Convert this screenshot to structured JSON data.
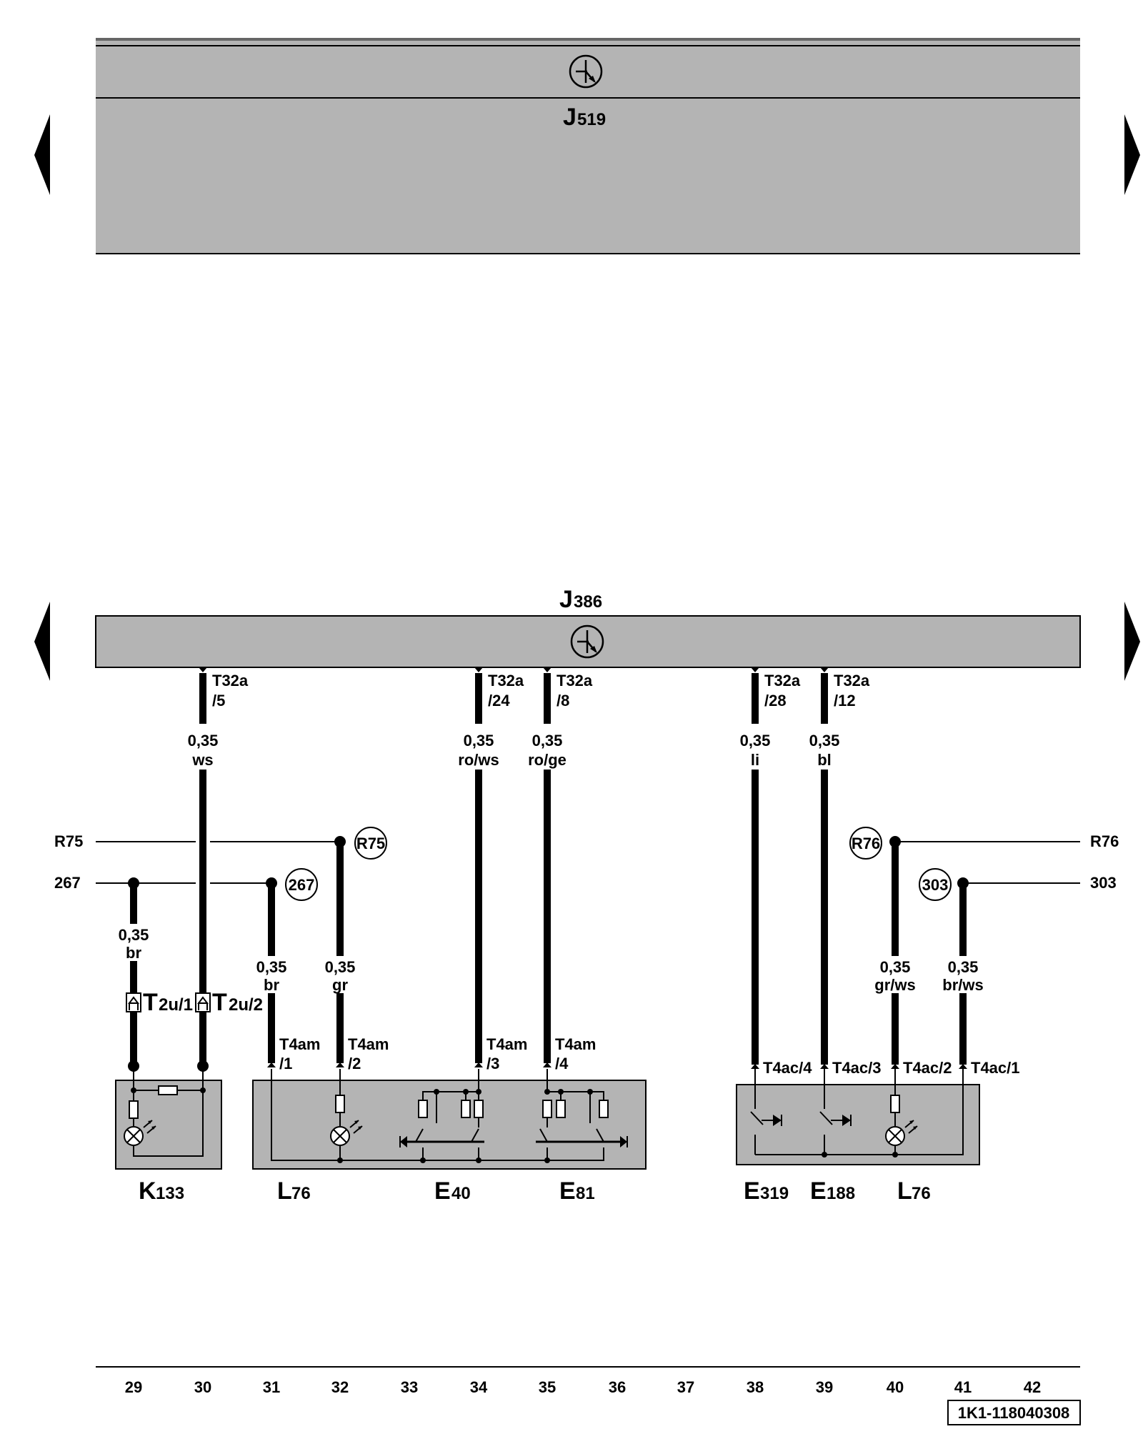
{
  "modules": {
    "top": {
      "letter": "J",
      "sub": "519"
    },
    "bottom": {
      "letter": "J",
      "sub": "386"
    }
  },
  "wires": [
    {
      "pin_a": "T32a",
      "pin_b": "/5",
      "size": "0,35",
      "color": "ws"
    },
    {
      "pin_a": "T32a",
      "pin_b": "/24",
      "size": "0,35",
      "color": "ro/ws"
    },
    {
      "pin_a": "T32a",
      "pin_b": "/8",
      "size": "0,35",
      "color": "ro/ge"
    },
    {
      "pin_a": "T32a",
      "pin_b": "/28",
      "size": "0,35",
      "color": "li"
    },
    {
      "pin_a": "T32a",
      "pin_b": "/12",
      "size": "0,35",
      "color": "bl"
    }
  ],
  "lower_wires": [
    {
      "size": "0,35",
      "color": "br"
    },
    {
      "size": "0,35",
      "color": "br"
    },
    {
      "size": "0,35",
      "color": "gr"
    },
    {
      "size": "0,35",
      "color": "gr/ws"
    },
    {
      "size": "0,35",
      "color": "br/ws"
    }
  ],
  "bus_lines": {
    "r75": "R75",
    "n267": "267",
    "r76": "R76",
    "n303": "303"
  },
  "connectors": {
    "t2u1_main": "T",
    "t2u1_sub": "2u/1",
    "t2u2_main": "T",
    "t2u2_sub": "2u/2",
    "t4am": "T4am",
    "t4am1": "/1",
    "t4am2": "/2",
    "t4am3": "/3",
    "t4am4": "/4",
    "t4ac4": "T4ac/4",
    "t4ac3": "T4ac/3",
    "t4ac2": "T4ac/2",
    "t4ac1": "T4ac/1"
  },
  "components": [
    {
      "letter": "K",
      "sub": "133"
    },
    {
      "letter": "L",
      "sub": "76"
    },
    {
      "letter": "E",
      "sub": "40"
    },
    {
      "letter": "E",
      "sub": "81"
    },
    {
      "letter": "E",
      "sub": "319"
    },
    {
      "letter": "E",
      "sub": "188"
    },
    {
      "letter": "L",
      "sub": "76"
    }
  ],
  "column_numbers": [
    "29",
    "30",
    "31",
    "32",
    "33",
    "34",
    "35",
    "36",
    "37",
    "38",
    "39",
    "40",
    "41",
    "42"
  ],
  "doc_id": "1K1-118040308"
}
